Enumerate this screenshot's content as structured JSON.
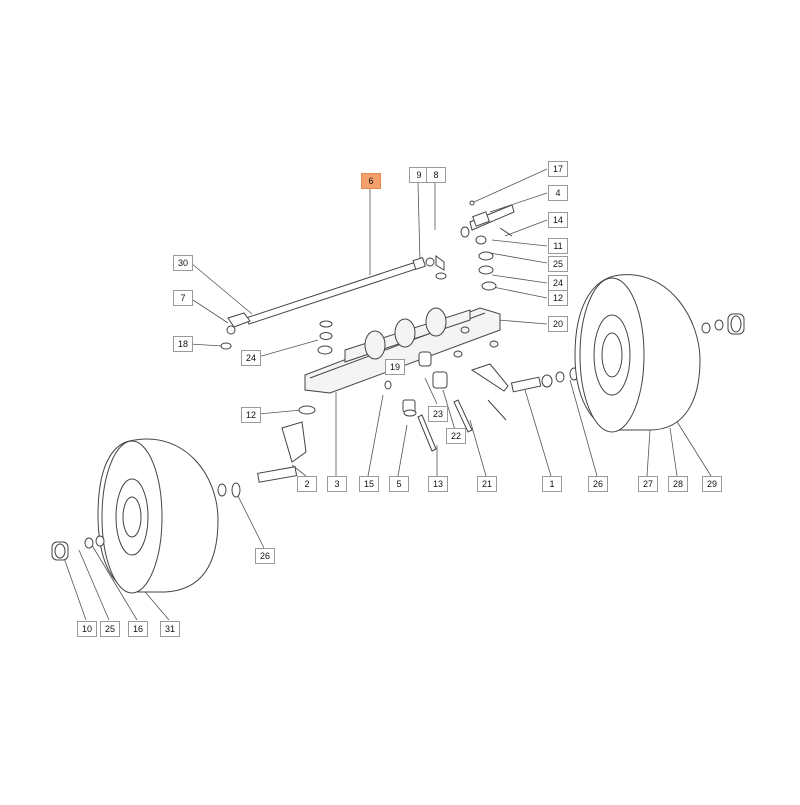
{
  "diagram": {
    "highlight_color": "#f3a06b",
    "callouts": [
      {
        "id": "c6",
        "label": "6",
        "highlighted": true
      },
      {
        "id": "c9",
        "label": "9"
      },
      {
        "id": "c8",
        "label": "8"
      },
      {
        "id": "c17",
        "label": "17"
      },
      {
        "id": "c4",
        "label": "4"
      },
      {
        "id": "c14",
        "label": "14"
      },
      {
        "id": "c11",
        "label": "11"
      },
      {
        "id": "c25a",
        "label": "25"
      },
      {
        "id": "c24a",
        "label": "24"
      },
      {
        "id": "c12a",
        "label": "12"
      },
      {
        "id": "c30",
        "label": "30"
      },
      {
        "id": "c7",
        "label": "7"
      },
      {
        "id": "c18",
        "label": "18"
      },
      {
        "id": "c24b",
        "label": "24"
      },
      {
        "id": "c20",
        "label": "20"
      },
      {
        "id": "c19",
        "label": "19"
      },
      {
        "id": "c23",
        "label": "23"
      },
      {
        "id": "c22",
        "label": "22"
      },
      {
        "id": "c12b",
        "label": "12"
      },
      {
        "id": "c2",
        "label": "2"
      },
      {
        "id": "c3",
        "label": "3"
      },
      {
        "id": "c15",
        "label": "15"
      },
      {
        "id": "c5",
        "label": "5"
      },
      {
        "id": "c13",
        "label": "13"
      },
      {
        "id": "c21",
        "label": "21"
      },
      {
        "id": "c1",
        "label": "1"
      },
      {
        "id": "c26a",
        "label": "26"
      },
      {
        "id": "c27",
        "label": "27"
      },
      {
        "id": "c28",
        "label": "28"
      },
      {
        "id": "c29",
        "label": "29"
      },
      {
        "id": "c26b",
        "label": "26"
      },
      {
        "id": "c10",
        "label": "10"
      },
      {
        "id": "c25b",
        "label": "25"
      },
      {
        "id": "c16",
        "label": "16"
      },
      {
        "id": "c31",
        "label": "31"
      }
    ]
  }
}
